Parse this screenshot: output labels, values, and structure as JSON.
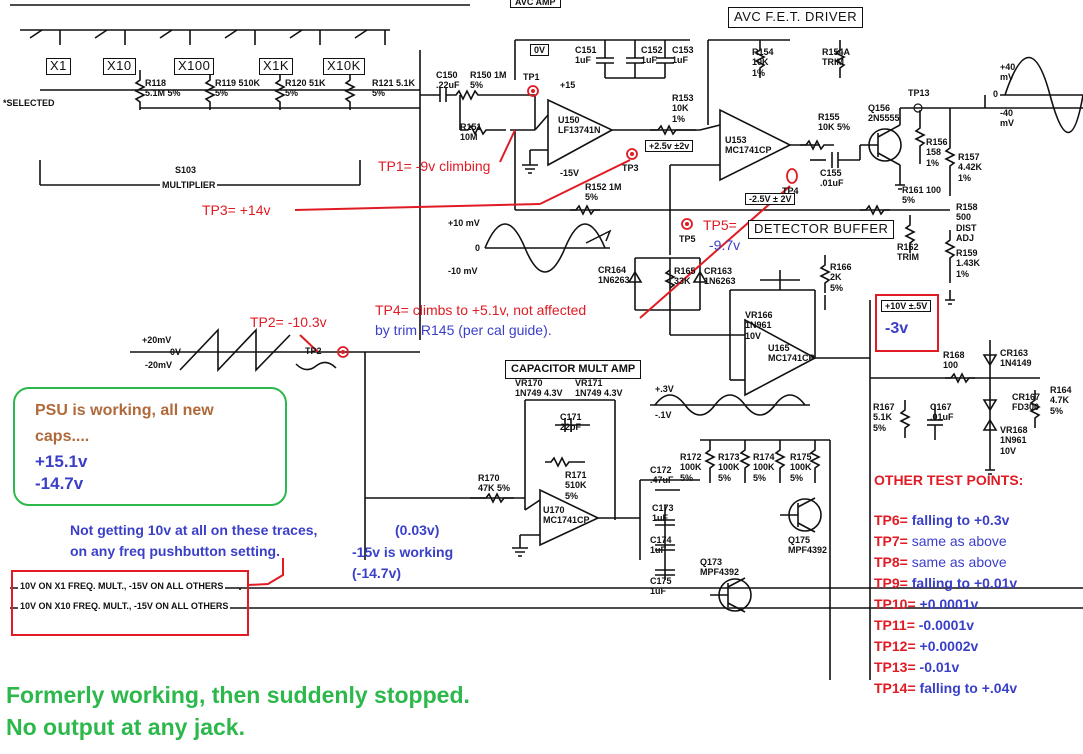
{
  "schematic": {
    "top_labels": {
      "avc_amp": "AVC AMP",
      "avc_fet_driver": "AVC F.E.T. DRIVER",
      "detector_buffer": "DETECTOR BUFFER",
      "capacitor_mult_amp": "CAPACITOR MULT AMP"
    },
    "multiplier_buttons": [
      "X1",
      "X10",
      "X100",
      "X1K",
      "X10K"
    ],
    "selected_note": "*SELECTED",
    "switch_label": "S103",
    "multiplier_label": "MULTIPLIER",
    "resistors": [
      "R118 5.1M 5%",
      "R119 510K 5%",
      "R120 51K 5%",
      "R121 5.1K 5%",
      "R150 1M 5%",
      "R151 10M",
      "R152 1M 5%",
      "R153 10K 1%",
      "R154 10K 1%",
      "R154A TRIM",
      "R155 10K 5%",
      "R156 158 1%",
      "R157 4.42K 1%",
      "R158 500 DIST ADJ",
      "R159 1.43K 1%",
      "R161 100 5%",
      "R162 TRIM",
      "R165 33K",
      "R166 2K 5%",
      "R167 5.1K 5%",
      "R168 100",
      "R164 4.7K 5%",
      "R170 47K 5%",
      "R171 510K 5%",
      "R172 100K 5%",
      "R173 100K 5%",
      "R174 100K 5%",
      "R175 100K 5%"
    ],
    "caps": [
      "C150 .22uF",
      "C151 1uF",
      "C152 1uF",
      "C153 1uF",
      "C155 .01uF",
      "C167 .01uF",
      "C171 22pF",
      "C172 .47uF",
      "C173 1uF",
      "C174 1uF",
      "C175 1uF"
    ],
    "ics": [
      "U150 LF13741N",
      "U153 MC1741CP",
      "U165 MC1741CP",
      "U170 MC1741CP"
    ],
    "transistors": [
      "Q156 2N5555",
      "Q173 MPF4392",
      "Q175 MPF4392"
    ],
    "diodes": [
      "CR164 1N6263",
      "CR163 1N6263",
      "CR163 1N4149",
      "CR167 FD300",
      "VR168 1N961 10V",
      "VR170 1N749 4.3V",
      "VR171 1N749 4.3V",
      "VR166 1N961 10V"
    ],
    "test_points": [
      "TP1",
      "TP2",
      "TP3",
      "TP4",
      "TP5",
      "TP13"
    ],
    "voltages": {
      "zero_box": "0V",
      "tp3_box": "+2.5v ±2v",
      "tp4_box": "-2.5V ± 2V",
      "detbuf_box": "+10V ±.5V",
      "plus15": "+15",
      "minus15": "-15V"
    },
    "waveforms": {
      "tp5_top": "+10 mV",
      "tp5_mid": "0",
      "tp5_bot": "-10 mV",
      "tp2_top": "+20mV",
      "tp2_mid": "0V",
      "tp2_bot": "-20mV",
      "cap_top": "+.3V",
      "cap_bot": "-.1V",
      "out_top": "+40 mV",
      "out_mid": "0",
      "out_bot": "-40 mV"
    },
    "bottom_notes": [
      "10V ON X1 FREQ. MULT., -15V ON ALL OTHERS",
      "10V ON X10 FREQ. MULT., -15V ON ALL OTHERS"
    ]
  },
  "annotations": {
    "tp1": "TP1= -9v climbing",
    "tp3": "TP3= +14v",
    "tp5_line1": "TP5=",
    "tp5_line2": "-9.7v",
    "tp2": "TP2= -10.3v",
    "tp4_line1": "TP4= climbs to +5.1v, not affected",
    "tp4_line2": "by trim R145 (per cal guide).",
    "detbuf_reading": "-3v",
    "psu_line1": "PSU is working, all new",
    "psu_line2": "caps....",
    "psu_line3": "+15.1v",
    "psu_line4": "-14.7v",
    "traces_line1": "Not getting 10v at all on these traces,",
    "traces_val": "(0.03v)",
    "traces_line2": "on any freq pushbutton setting.",
    "traces_line3": "-15v is working",
    "traces_line4": "(-14.7v)",
    "footer_line1": "Formerly working, then suddenly stopped.",
    "footer_line2": "No output at any jack."
  },
  "other_test_points": {
    "title": "OTHER TEST POINTS:",
    "items": [
      {
        "tp": "TP6=",
        "value": "falling to +0.3v"
      },
      {
        "tp": "TP7=",
        "value": "same as above"
      },
      {
        "tp": "TP8=",
        "value": "same as above"
      },
      {
        "tp": "TP9=",
        "value": "falling to +0.01v"
      },
      {
        "tp": "TP10=",
        "value": "+0.0001v"
      },
      {
        "tp": "TP11=",
        "value": "-0.0001v"
      },
      {
        "tp": "TP12=",
        "value": "+0.0002v"
      },
      {
        "tp": "TP13=",
        "value": "-0.01v"
      },
      {
        "tp": "TP14=",
        "value": "falling to +.04v"
      }
    ]
  },
  "colors": {
    "red": "#e01b24",
    "blue": "#3a3fc8",
    "green": "#2db84c",
    "brown": "#b06a3a",
    "ink": "#111111"
  }
}
